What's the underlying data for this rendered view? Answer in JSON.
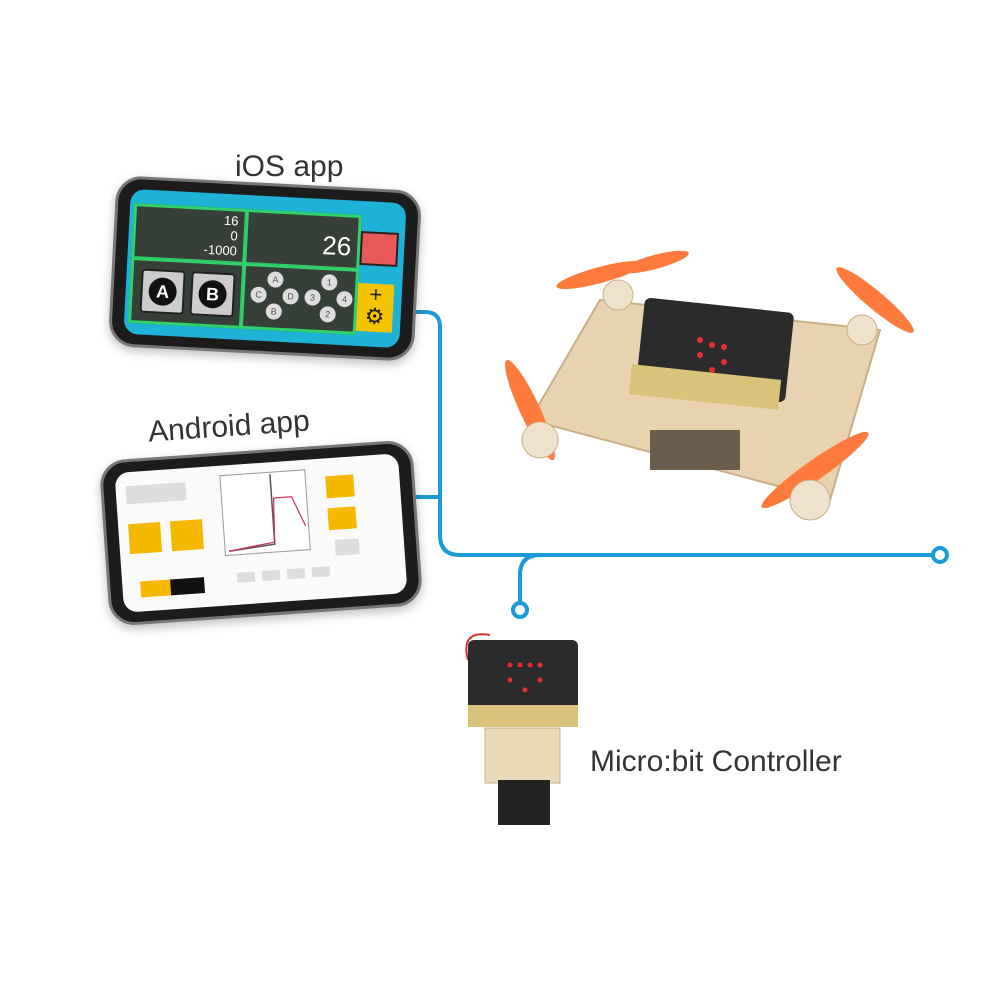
{
  "labels": {
    "ios": "iOS app",
    "android": "Android app",
    "controller": "Micro:bit Controller"
  },
  "ios_screen": {
    "values": [
      "16",
      "0",
      "-1000"
    ],
    "temperature": "26",
    "buttons": [
      "A",
      "B"
    ],
    "dpad_left": [
      "A",
      "C",
      "D",
      "B"
    ],
    "dpad_right": [
      "1",
      "3",
      "4",
      "2"
    ]
  },
  "colors": {
    "connector_line": "#1a9ad6",
    "ios_tile_border": "#2fd36a",
    "android_accent": "#f5b800",
    "propeller": "#ff7a3d",
    "wood": "#e8d2b0",
    "microbit": "#2b2b2b"
  },
  "icons": [
    "plus-icon",
    "gear-icon"
  ]
}
